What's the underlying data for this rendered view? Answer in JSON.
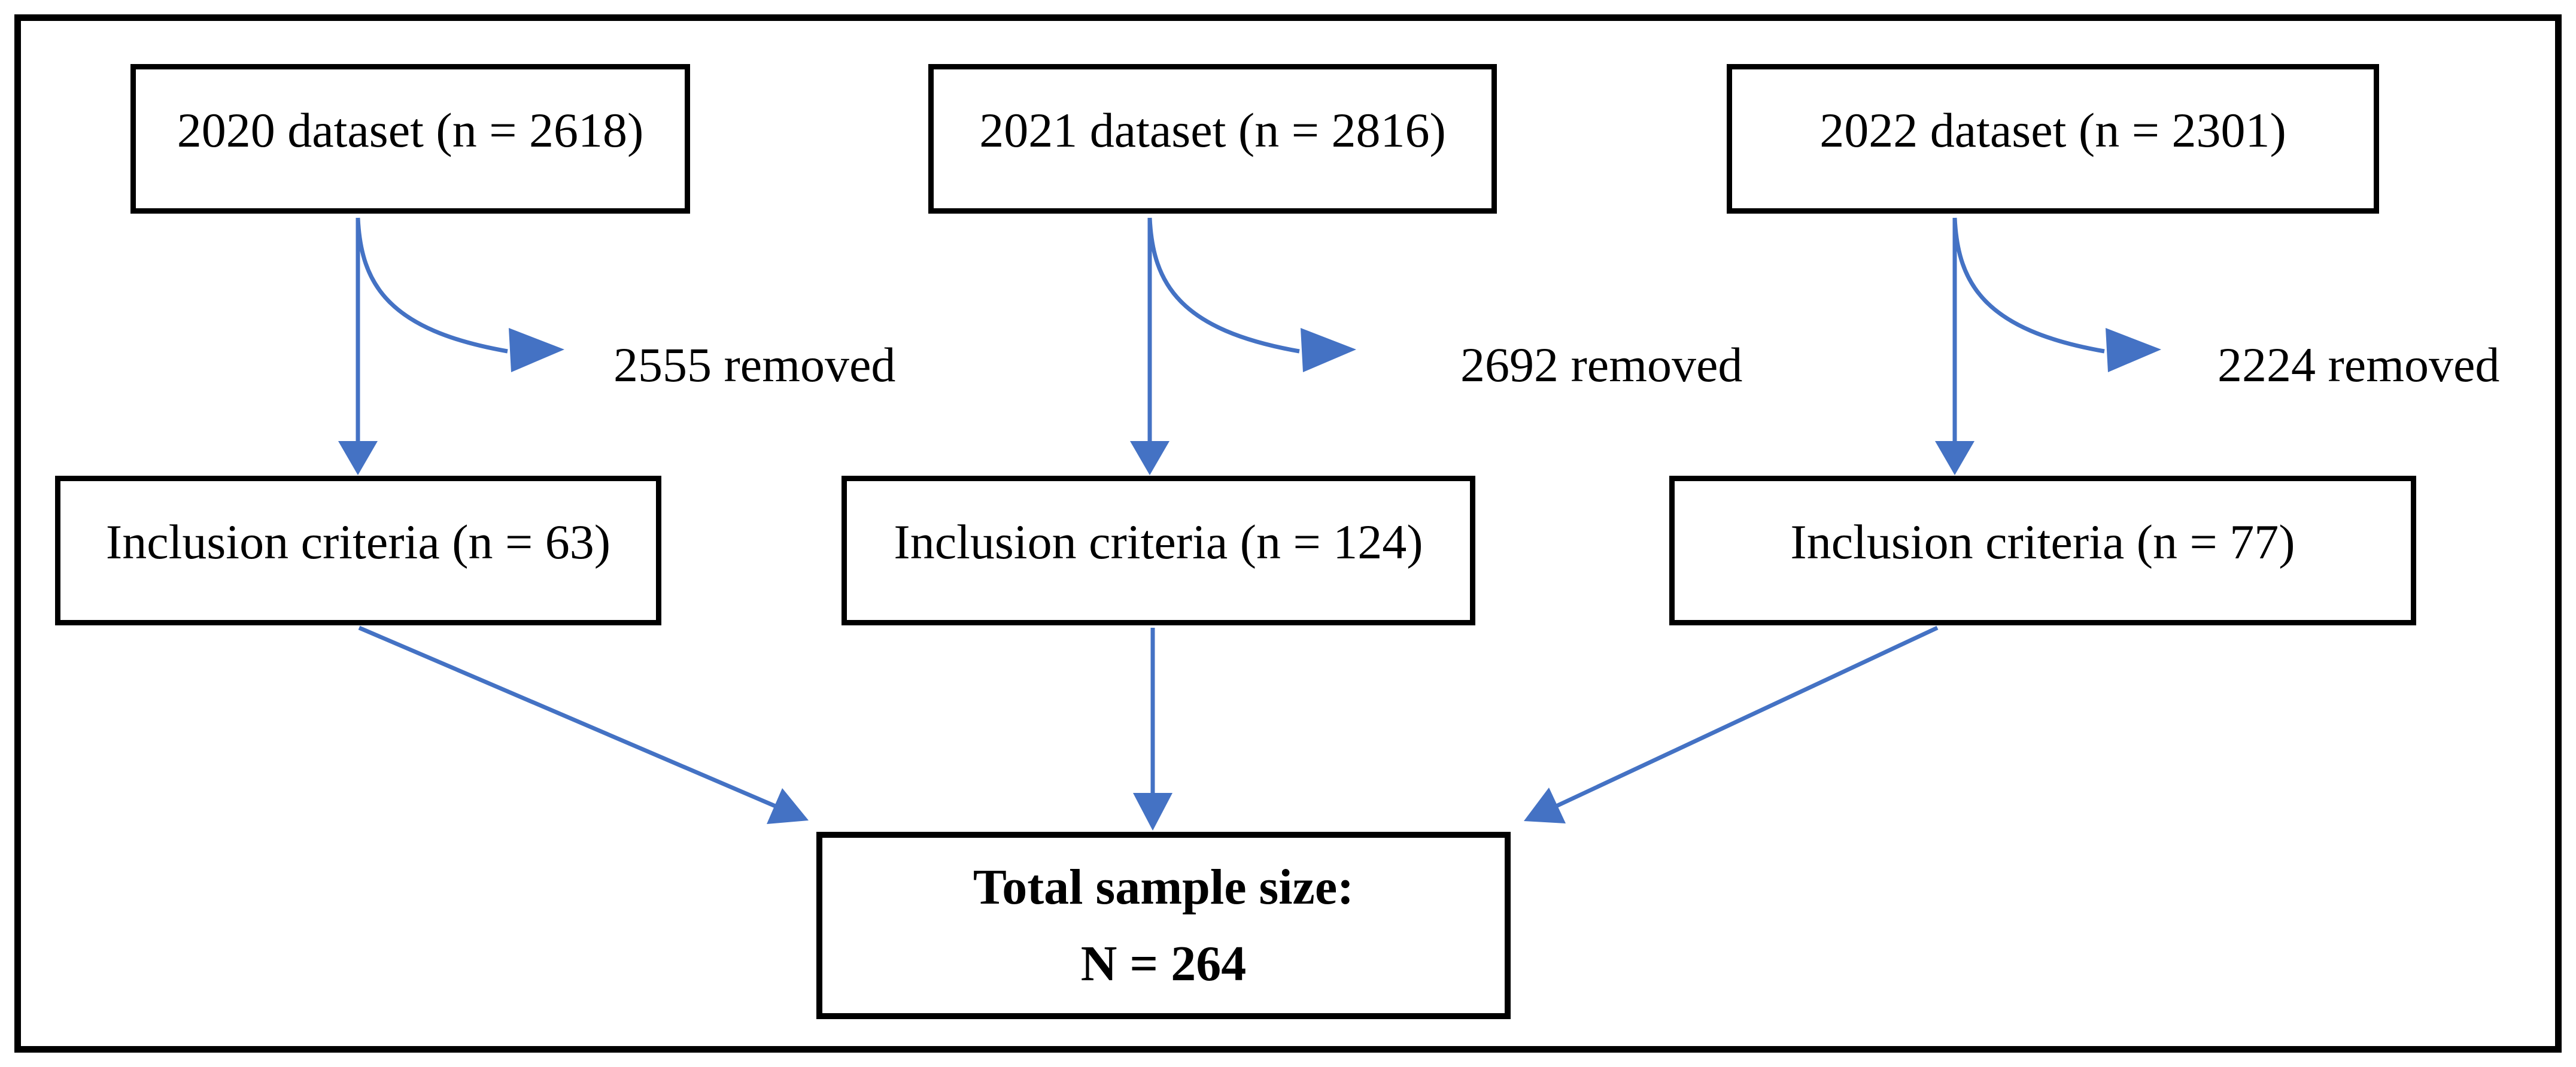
{
  "figure": {
    "background_color": "#ffffff",
    "frame_border_color": "#000000",
    "arrow_color": "#4472C4",
    "columns": [
      {
        "year": "2020",
        "dataset_label": "2020 dataset (n = 2618)",
        "removed_label": "2555 removed",
        "inclusion_label": "Inclusion criteria (n = 63)"
      },
      {
        "year": "2021",
        "dataset_label": "2021 dataset (n = 2816)",
        "removed_label": "2692 removed",
        "inclusion_label": "Inclusion criteria (n = 124)"
      },
      {
        "year": "2022",
        "dataset_label": "2022 dataset (n = 2301)",
        "removed_label": "2224 removed",
        "inclusion_label": "Inclusion criteria (n = 77)"
      }
    ],
    "total_box": {
      "line1": "Total sample size:",
      "line2": "N = 264"
    }
  }
}
